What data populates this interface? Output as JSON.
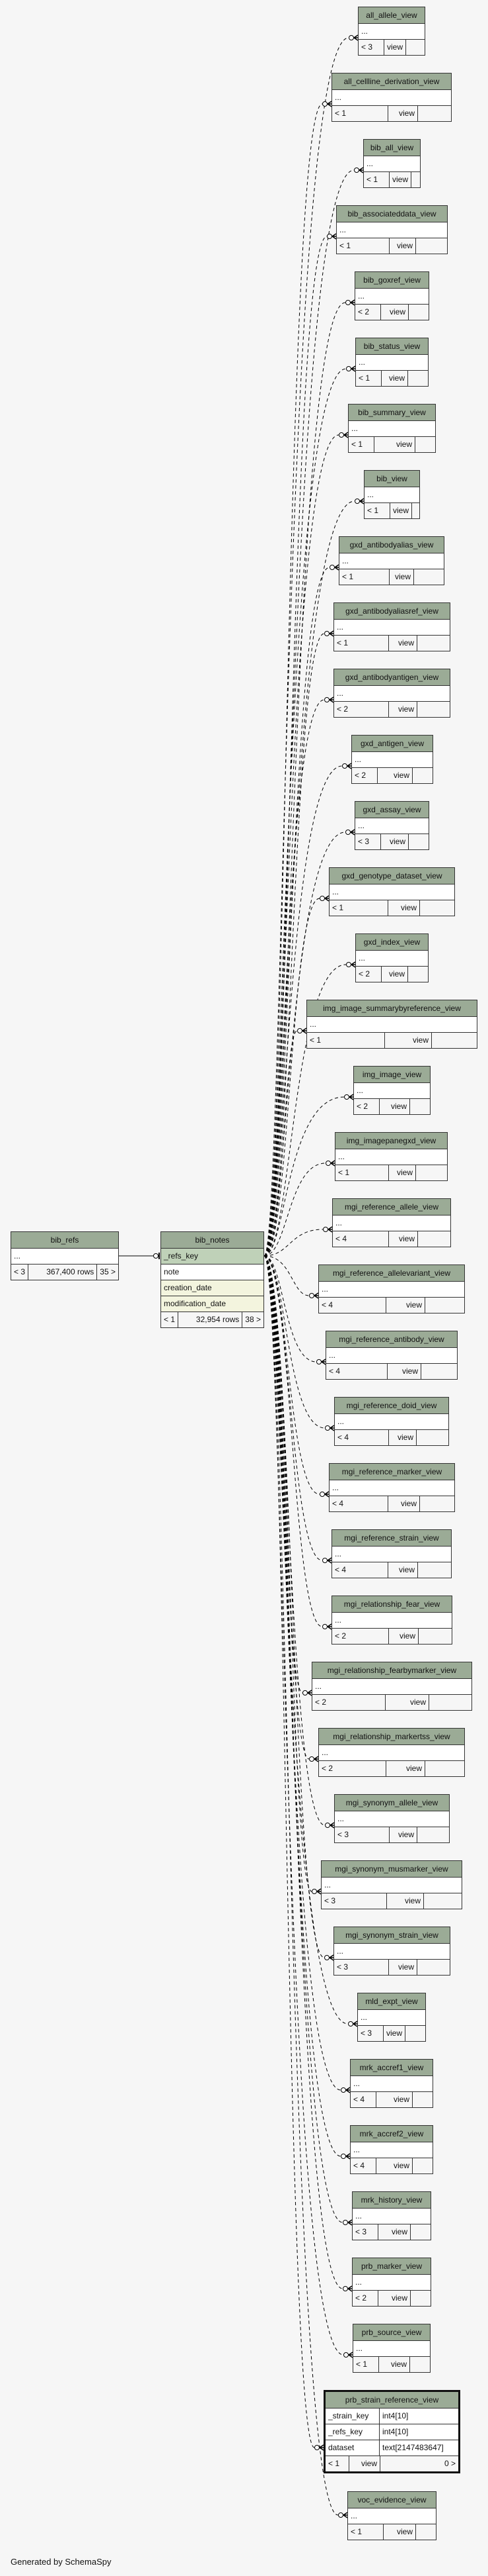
{
  "diagram": {
    "generator": "Generated by SchemaSpy",
    "colors": {
      "header": "#9bab96",
      "primary_key": "#bfd1b8",
      "indexed": "#f3f4de",
      "background": "#f6f6f6"
    }
  },
  "bib_refs": {
    "name": "bib_refs",
    "columns": [
      "..."
    ],
    "parents": "< 3",
    "rows": "367,400 rows",
    "children": "35 >"
  },
  "bib_notes": {
    "name": "bib_notes",
    "columns": [
      {
        "name": "_refs_key",
        "kind": "key"
      },
      {
        "name": "note",
        "kind": "plain"
      },
      {
        "name": "creation_date",
        "kind": "indexed"
      },
      {
        "name": "modification_date",
        "kind": "indexed"
      }
    ],
    "parents": "< 1",
    "rows": "32,954 rows",
    "children": "38 >"
  },
  "views": [
    {
      "name": "all_allele_view",
      "columns": "...",
      "parents": "< 3",
      "type": "view"
    },
    {
      "name": "all_cellline_derivation_view",
      "columns": "...",
      "parents": "< 1",
      "type": "view"
    },
    {
      "name": "bib_all_view",
      "columns": "...",
      "parents": "< 1",
      "type": "view"
    },
    {
      "name": "bib_associateddata_view",
      "columns": "...",
      "parents": "< 1",
      "type": "view"
    },
    {
      "name": "bib_goxref_view",
      "columns": "...",
      "parents": "< 2",
      "type": "view"
    },
    {
      "name": "bib_status_view",
      "columns": "...",
      "parents": "< 1",
      "type": "view"
    },
    {
      "name": "bib_summary_view",
      "columns": "...",
      "parents": "< 1",
      "type": "view"
    },
    {
      "name": "bib_view",
      "columns": "...",
      "parents": "< 1",
      "type": "view"
    },
    {
      "name": "gxd_antibodyalias_view",
      "columns": "...",
      "parents": "< 1",
      "type": "view"
    },
    {
      "name": "gxd_antibodyaliasref_view",
      "columns": "...",
      "parents": "< 1",
      "type": "view"
    },
    {
      "name": "gxd_antibodyantigen_view",
      "columns": "...",
      "parents": "< 2",
      "type": "view"
    },
    {
      "name": "gxd_antigen_view",
      "columns": "...",
      "parents": "< 2",
      "type": "view"
    },
    {
      "name": "gxd_assay_view",
      "columns": "...",
      "parents": "< 3",
      "type": "view"
    },
    {
      "name": "gxd_genotype_dataset_view",
      "columns": "...",
      "parents": "< 1",
      "type": "view"
    },
    {
      "name": "gxd_index_view",
      "columns": "...",
      "parents": "< 2",
      "type": "view"
    },
    {
      "name": "img_image_summarybyreference_view",
      "columns": "...",
      "parents": "< 1",
      "type": "view"
    },
    {
      "name": "img_image_view",
      "columns": "...",
      "parents": "< 2",
      "type": "view"
    },
    {
      "name": "img_imagepanegxd_view",
      "columns": "...",
      "parents": "< 1",
      "type": "view"
    },
    {
      "name": "mgi_reference_allele_view",
      "columns": "...",
      "parents": "< 4",
      "type": "view"
    },
    {
      "name": "mgi_reference_allelevariant_view",
      "columns": "...",
      "parents": "< 4",
      "type": "view"
    },
    {
      "name": "mgi_reference_antibody_view",
      "columns": "...",
      "parents": "< 4",
      "type": "view"
    },
    {
      "name": "mgi_reference_doid_view",
      "columns": "...",
      "parents": "< 4",
      "type": "view"
    },
    {
      "name": "mgi_reference_marker_view",
      "columns": "...",
      "parents": "< 4",
      "type": "view"
    },
    {
      "name": "mgi_reference_strain_view",
      "columns": "...",
      "parents": "< 4",
      "type": "view"
    },
    {
      "name": "mgi_relationship_fear_view",
      "columns": "...",
      "parents": "< 2",
      "type": "view"
    },
    {
      "name": "mgi_relationship_fearbymarker_view",
      "columns": "...",
      "parents": "< 2",
      "type": "view"
    },
    {
      "name": "mgi_relationship_markertss_view",
      "columns": "...",
      "parents": "< 2",
      "type": "view"
    },
    {
      "name": "mgi_synonym_allele_view",
      "columns": "...",
      "parents": "< 3",
      "type": "view"
    },
    {
      "name": "mgi_synonym_musmarker_view",
      "columns": "...",
      "parents": "< 3",
      "type": "view"
    },
    {
      "name": "mgi_synonym_strain_view",
      "columns": "...",
      "parents": "< 3",
      "type": "view"
    },
    {
      "name": "mld_expt_view",
      "columns": "...",
      "parents": "< 3",
      "type": "view"
    },
    {
      "name": "mrk_accref1_view",
      "columns": "...",
      "parents": "< 4",
      "type": "view"
    },
    {
      "name": "mrk_accref2_view",
      "columns": "...",
      "parents": "< 4",
      "type": "view"
    },
    {
      "name": "mrk_history_view",
      "columns": "...",
      "parents": "< 3",
      "type": "view"
    },
    {
      "name": "prb_marker_view",
      "columns": "...",
      "parents": "< 2",
      "type": "view"
    },
    {
      "name": "prb_source_view",
      "columns": "...",
      "parents": "< 1",
      "type": "view"
    }
  ],
  "prb_strain_reference_view": {
    "name": "prb_strain_reference_view",
    "columns": [
      {
        "name": "_strain_key",
        "type": "int4[10]"
      },
      {
        "name": "_refs_key",
        "type": "int4[10]"
      },
      {
        "name": "dataset",
        "type": "text[2147483647]"
      }
    ],
    "parents": "< 1",
    "type": "view",
    "children": "0 >"
  },
  "voc_evidence_view": {
    "name": "voc_evidence_view",
    "columns": "...",
    "parents": "< 1",
    "type": "view"
  }
}
